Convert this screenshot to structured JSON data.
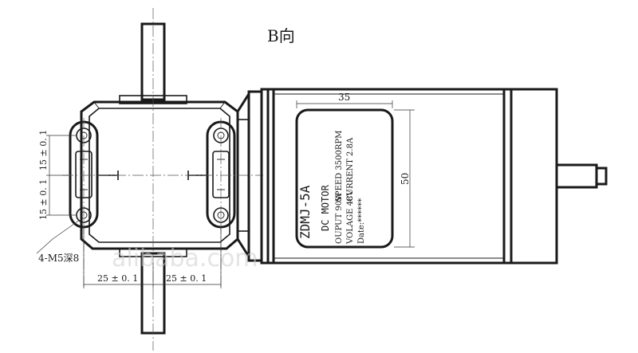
{
  "view_label": "B向",
  "dimensions": {
    "plate_width": "35",
    "plate_height": "50",
    "bolt_spacing_left": "25 ± 0. 1",
    "bolt_spacing_right": "25 ± 0. 1",
    "vertical_upper": "15 ± 0. 1",
    "vertical_lower": "15 ± 0. 1",
    "mount_holes": "4-M5深8"
  },
  "nameplate": {
    "model": "ZDMJ-5A",
    "type": "DC MOTOR",
    "speed": "SPEED 3500RPM",
    "current": "CURRENT 2.8A",
    "output": "OUPUT 90W",
    "voltage": "VOLAGE 48V",
    "date": "Date:******"
  },
  "watermark": "alibaba.com"
}
